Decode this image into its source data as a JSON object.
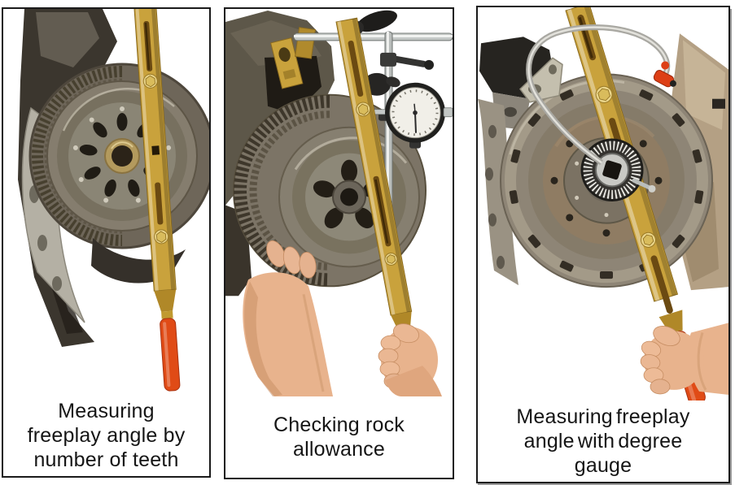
{
  "figure": {
    "panels": [
      {
        "id": "freeplay-by-teeth",
        "caption_lines": [
          "Measuring",
          "freeplay angle by",
          "number of teeth"
        ]
      },
      {
        "id": "rock-allowance",
        "caption_lines": [
          "Checking rock",
          "allowance"
        ]
      },
      {
        "id": "freeplay-degree-gauge",
        "caption_lines": [
          "Measuring freeplay",
          "angle with degree",
          "gauge"
        ]
      }
    ],
    "colors": {
      "tool_gold": "#c9a23c",
      "handle_orange": "#e04b16",
      "panel_border": "#1a1a1a",
      "background": "#ffffff",
      "caption_text": "#151515",
      "clip_red": "#dd3f16"
    }
  }
}
